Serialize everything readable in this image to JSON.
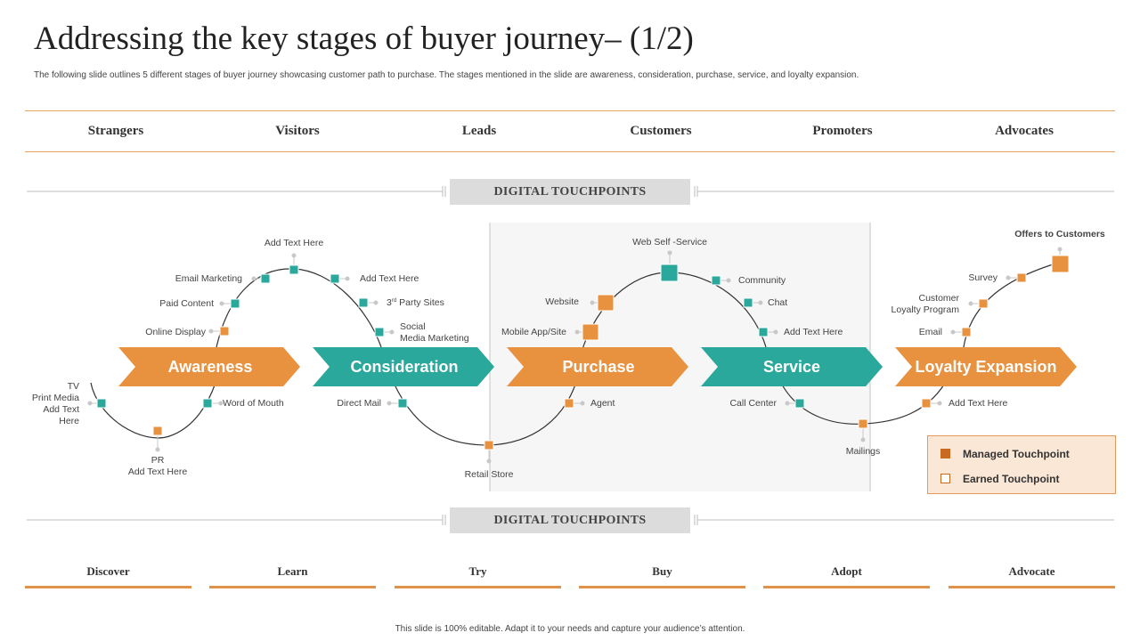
{
  "title": "Addressing the key stages of buyer journey– (1/2)",
  "subtitle": "The following slide outlines 5 different stages of buyer journey showcasing customer path to purchase. The stages mentioned in the slide are awareness, consideration, purchase, service, and loyalty expansion.",
  "audience_stages": [
    "Strangers",
    "Visitors",
    "Leads",
    "Customers",
    "Promoters",
    "Advocates"
  ],
  "digital_touchpoints_label": "DIGITAL TOUCHPOINTS",
  "journey_stages": [
    "Awareness",
    "Consideration",
    "Purchase",
    "Service",
    "Loyalty Expansion"
  ],
  "touchpoints": {
    "tv": "TV",
    "print_media": "Print Media",
    "add_text_1": "Add Text",
    "here_1": "Here",
    "pr": "PR",
    "pr_add_text": "Add Text Here",
    "word_of_mouth": "Word of Mouth",
    "online_display": "Online Display",
    "paid_content": "Paid Content",
    "email_marketing": "Email  Marketing",
    "add_text_top": "Add Text Here",
    "add_text_right": "Add Text Here",
    "third_party": "3",
    "third_party_sup": "rd",
    "third_party_rest": " Party Sites",
    "social_1": "Social",
    "social_2": "Media Marketing",
    "direct_mail": "Direct Mail",
    "retail_store": "Retail Store",
    "agent": "Agent",
    "mobile_app": "Mobile App/Site",
    "website": "Website",
    "web_self_service": "Web Self -Service",
    "community": "Community",
    "chat": "Chat",
    "add_text_service": "Add Text Here",
    "call_center": "Call Center",
    "mailings": "Mailings",
    "add_text_loyalty": "Add Text Here",
    "email": "Email",
    "customer_loyalty_1": "Customer",
    "customer_loyalty_2": "Loyalty Program",
    "survey": "Survey",
    "offers": "Offers to Customers"
  },
  "legend": {
    "managed": "Managed Touchpoint",
    "earned": "Earned Touchpoint"
  },
  "phases": [
    "Discover",
    "Learn",
    "Try",
    "Buy",
    "Adopt",
    "Advocate"
  ],
  "footer": "This slide is 100% editable. Adapt it to your needs and capture your audience’s attention.",
  "colors": {
    "orange": "#e8913f",
    "teal": "#2aa89c",
    "accent_line": "#e8a45c",
    "legend_bg": "#fbe7d6",
    "managed_swatch": "#c96a22",
    "panel_bg": "#f6f6f6"
  }
}
